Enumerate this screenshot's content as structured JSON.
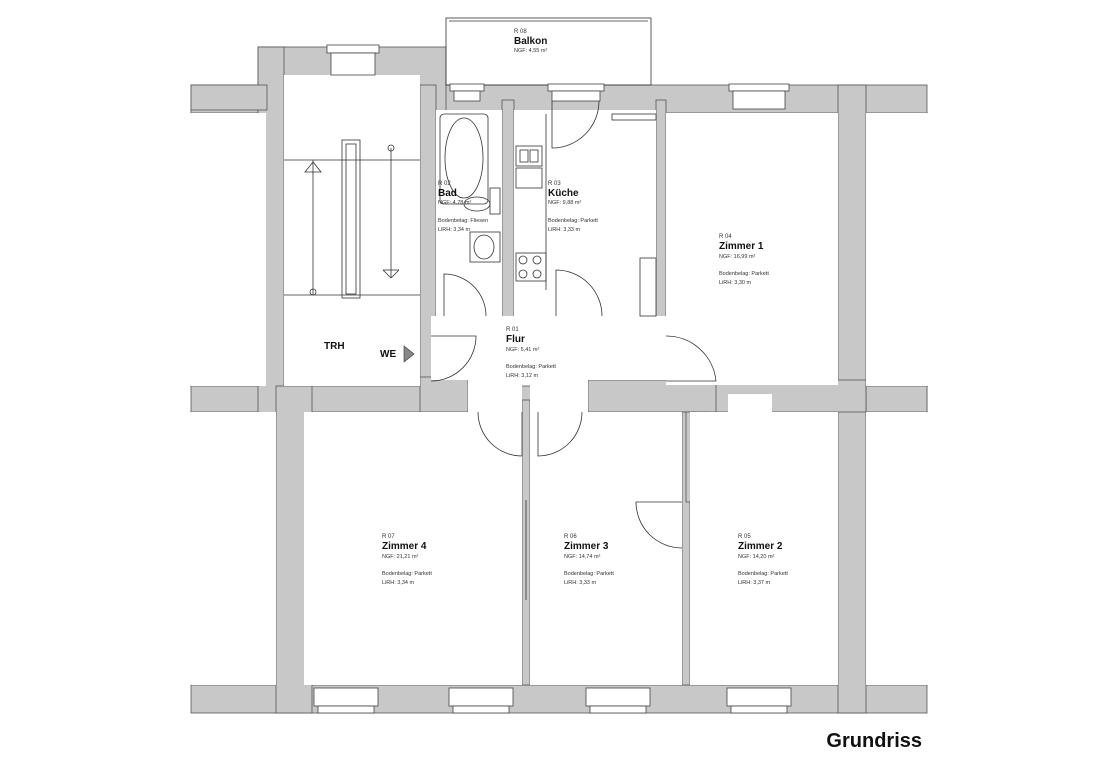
{
  "title": "Grundriss",
  "labels": {
    "stair": "TRH",
    "entrance": "WE"
  },
  "rooms": {
    "balkon": {
      "code": "R 08",
      "name": "Balkon",
      "area": "NGF: 4,55 m²"
    },
    "bad": {
      "code": "R 02",
      "name": "Bad",
      "area": "NGF: 4,78 m²",
      "floor": "Bodenbelag: Fliesen",
      "height": "LiRH: 3,34 m"
    },
    "kueche": {
      "code": "R 03",
      "name": "Küche",
      "area": "NGF: 9,88 m²",
      "floor": "Bodenbelag: Parkett",
      "height": "LiRH: 3,33 m"
    },
    "zimmer1": {
      "code": "R 04",
      "name": "Zimmer 1",
      "area": "NGF: 16,99 m²",
      "floor": "Bodenbelag: Parkett",
      "height": "LiRH: 3,30 m"
    },
    "flur": {
      "code": "R 01",
      "name": "Flur",
      "area": "NGF: 5,41 m²",
      "floor": "Bodenbelag: Parkett",
      "height": "LiRH: 3,12 m"
    },
    "zimmer4": {
      "code": "R 07",
      "name": "Zimmer 4",
      "area": "NGF: 21,21 m²",
      "floor": "Bodenbelag: Parkett",
      "height": "LiRH: 3,34 m"
    },
    "zimmer3": {
      "code": "R 06",
      "name": "Zimmer 3",
      "area": "NGF: 14,74 m²",
      "floor": "Bodenbelag: Parkett",
      "height": "LiRH: 3,33 m"
    },
    "zimmer2": {
      "code": "R 05",
      "name": "Zimmer 2",
      "area": "NGF: 14,20 m²",
      "floor": "Bodenbelag: Parkett",
      "height": "LiRH: 3,37 m"
    }
  }
}
